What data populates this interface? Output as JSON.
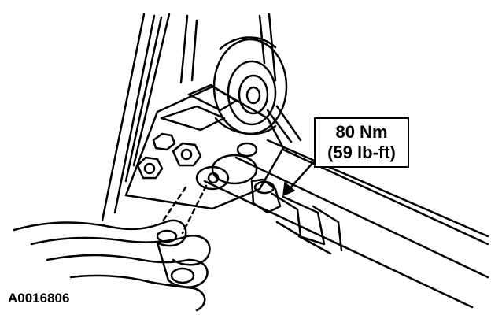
{
  "callout": {
    "torque_nm": "80 Nm",
    "torque_lbft": "(59 lb-ft)"
  },
  "figure_id": "A0016806",
  "colors": {
    "line": "#000000",
    "background": "#ffffff"
  }
}
